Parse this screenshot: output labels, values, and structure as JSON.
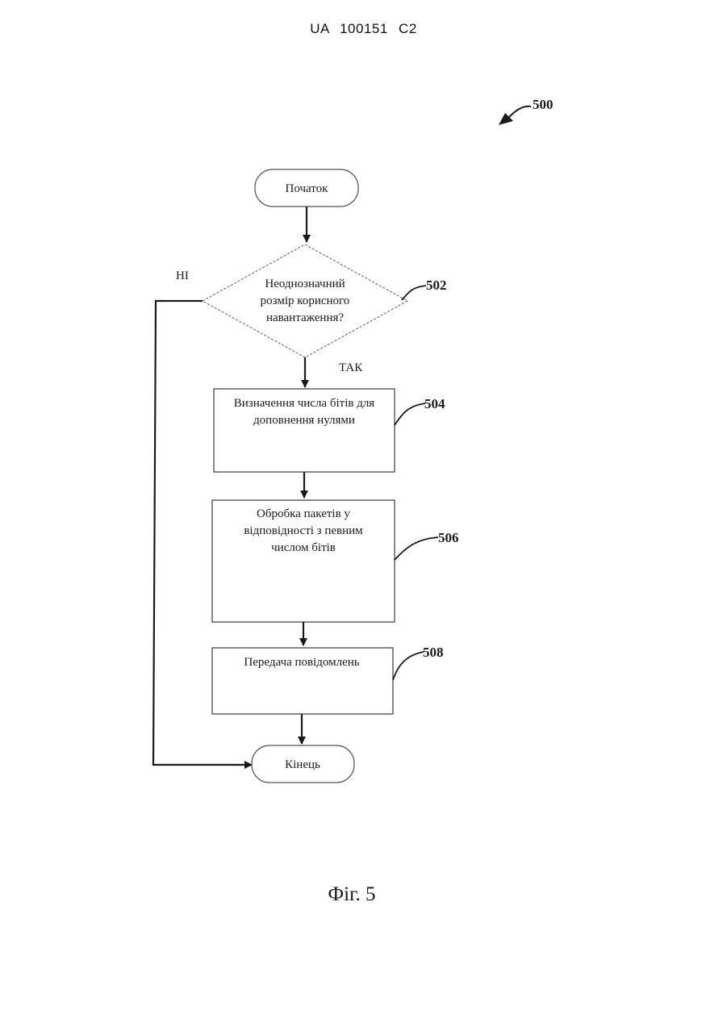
{
  "header": {
    "document_id": "UA   100151   C2"
  },
  "figure": {
    "ref_overall": "500",
    "caption": "Фіг. 5"
  },
  "nodes": {
    "start": {
      "label": "Початок"
    },
    "decision": {
      "ref": "502",
      "lines": [
        "Неоднозначний",
        "розмір корисного",
        "навантаження?"
      ],
      "yes_label": "ТАК",
      "no_label": "НІ"
    },
    "step504": {
      "ref": "504",
      "lines": [
        "Визначення числа бітів для",
        "доповнення нулями"
      ]
    },
    "step506": {
      "ref": "506",
      "lines": [
        "Обробка пакетів у",
        "відповідності з певним",
        "числом бітів"
      ]
    },
    "step508": {
      "ref": "508",
      "lines": [
        "Передача повідомлень"
      ]
    },
    "end": {
      "label": "Кінець"
    }
  },
  "colors": {
    "line": "#1a1a1a",
    "box_border": "#3a3a3a"
  }
}
